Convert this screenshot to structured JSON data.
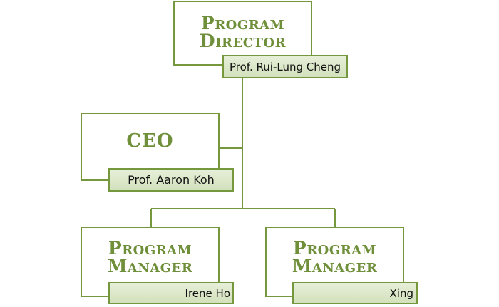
{
  "org_chart": {
    "director": {
      "title_line1": "Program",
      "title_line2": "Director",
      "name": "Prof. Rui-Lung Cheng"
    },
    "ceo": {
      "title": "CEO",
      "name": "Prof. Aaron Koh"
    },
    "manager_left": {
      "title_line1": "Program",
      "title_line2": "Manager",
      "name": "Irene Ho"
    },
    "manager_right": {
      "title_line1": "Program",
      "title_line2": "Manager",
      "name": "Xing"
    }
  },
  "colors": {
    "accent": "#75973e",
    "title_text": "#6f8f3a",
    "name_fill": "#dde8cb"
  }
}
